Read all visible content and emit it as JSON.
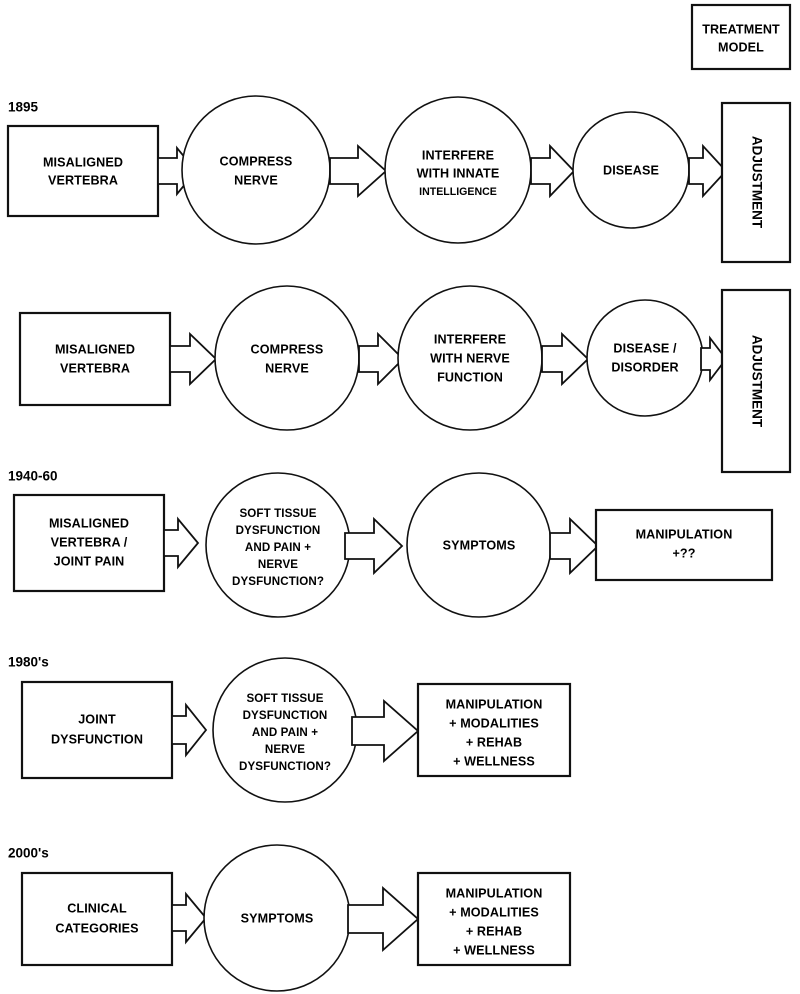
{
  "legend": {
    "line1": "TREATMENT",
    "line2": "MODEL"
  },
  "rows": [
    {
      "era": "1895",
      "source_box": {
        "line1": "MISALIGNED",
        "line2": "VERTEBRA"
      },
      "nodes": [
        {
          "lines": [
            "COMPRESS",
            "NERVE"
          ]
        },
        {
          "lines": [
            "INTERFERE",
            "WITH INNATE",
            "INTELLIGENCE"
          ]
        },
        {
          "lines": [
            "DISEASE"
          ]
        }
      ],
      "treatment": "ADJUSTMENT"
    },
    {
      "era": "",
      "source_box": {
        "line1": "MISALIGNED",
        "line2": "VERTEBRA"
      },
      "nodes": [
        {
          "lines": [
            "COMPRESS",
            "NERVE"
          ]
        },
        {
          "lines": [
            "INTERFERE",
            "WITH NERVE",
            "FUNCTION"
          ]
        },
        {
          "lines": [
            "DISEASE /",
            "DISORDER"
          ]
        }
      ],
      "treatment": "ADJUSTMENT"
    },
    {
      "era": "1940-60",
      "source_box": {
        "line1": "MISALIGNED",
        "line2": "VERTEBRA /",
        "line3": "JOINT PAIN"
      },
      "nodes": [
        {
          "lines": [
            "SOFT TISSUE",
            "DYSFUNCTION",
            "AND PAIN +",
            "NERVE",
            "DYSFUNCTION?"
          ]
        },
        {
          "lines": [
            "SYMPTOMS"
          ]
        }
      ],
      "treatment_box": [
        "MANIPULATION",
        "+??"
      ]
    },
    {
      "era": "1980's",
      "source_box": {
        "line1": "JOINT",
        "line2": "DYSFUNCTION"
      },
      "nodes": [
        {
          "lines": [
            "SOFT TISSUE",
            "DYSFUNCTION",
            "AND PAIN +",
            "NERVE",
            "DYSFUNCTION?"
          ]
        }
      ],
      "treatment_box": [
        "MANIPULATION",
        "+ MODALITIES",
        "+ REHAB",
        "+ WELLNESS"
      ]
    },
    {
      "era": "2000's",
      "source_box": {
        "line1": "CLINICAL",
        "line2": "CATEGORIES"
      },
      "nodes": [
        {
          "lines": [
            "SYMPTOMS"
          ]
        }
      ],
      "treatment_box": [
        "MANIPULATION",
        "+ MODALITIES",
        "+ REHAB",
        "+ WELLNESS"
      ]
    }
  ],
  "colors": {
    "stroke": "#111111",
    "fill": "#ffffff",
    "text": "#000000"
  }
}
